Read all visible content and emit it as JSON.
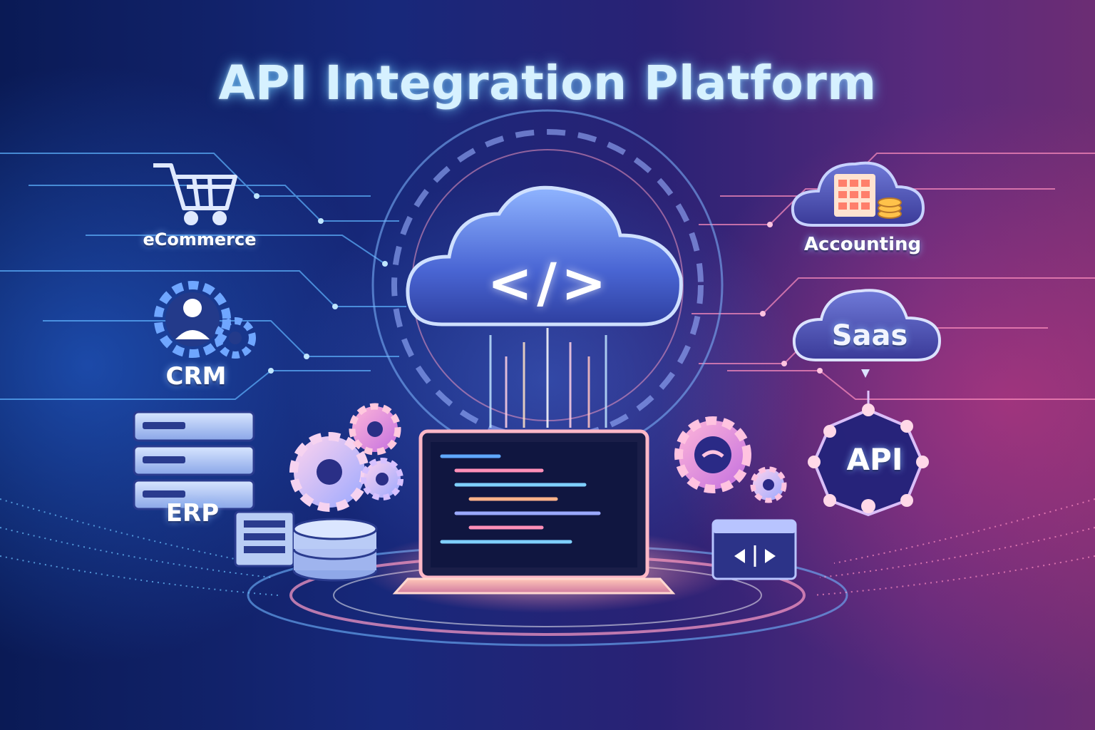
{
  "title": "API Integration Platform",
  "nodes": {
    "ecommerce": "eCommerce",
    "crm": "CRM",
    "erp": "ERP",
    "accounting": "Accounting",
    "saas": "Saas",
    "api": "API"
  },
  "cloud_code_symbol": "</>",
  "colors": {
    "background_left": "#0a1a55",
    "background_right": "#6c2d74",
    "accent_blue": "#5ab4ff",
    "accent_pink": "#ff6fa8",
    "cloud_fill": "#4f6fd8",
    "title_glow": "#6ec8ff"
  },
  "icons": [
    "shopping-cart-icon",
    "user-gear-icon",
    "server-rack-icon",
    "cloud-code-icon",
    "calculator-coins-icon",
    "saas-cloud-icon",
    "api-network-icon",
    "gears-icon",
    "database-icon",
    "laptop-icon",
    "data-transfer-window-icon"
  ]
}
